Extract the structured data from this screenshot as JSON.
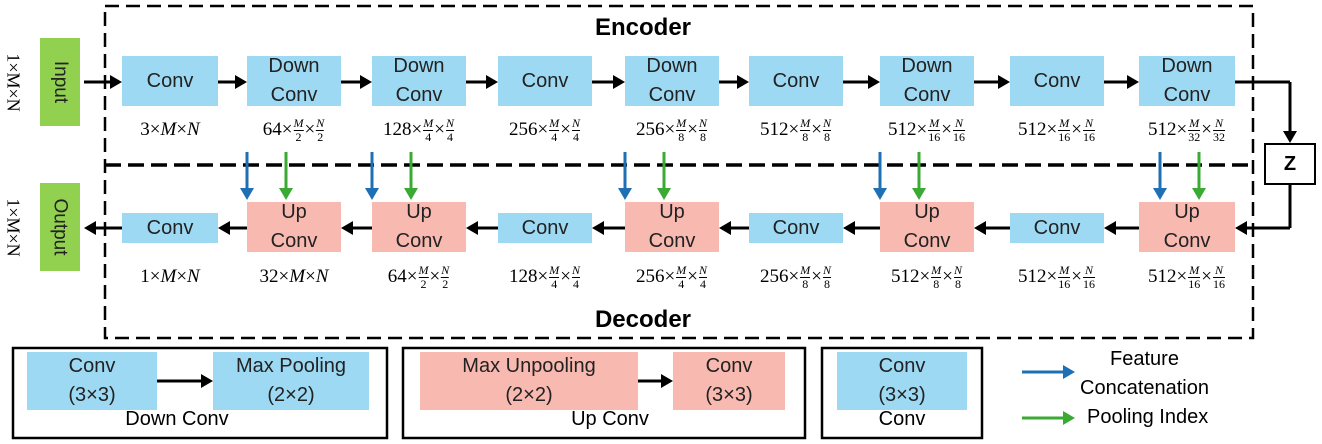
{
  "titles": {
    "encoder": "Encoder",
    "decoder": "Decoder"
  },
  "side": {
    "input_label": "Input",
    "output_label": "Output",
    "input_dim": "1×M×N",
    "output_dim": "1×M×N"
  },
  "latent_label": "Z",
  "colors": {
    "conv": "#9dd9f3",
    "up": "#f8b9b0",
    "io": "#92d050",
    "concat_arrow": "#1f6fb4",
    "index_arrow": "#3aaa35"
  },
  "encoder": [
    {
      "label": [
        "Conv"
      ],
      "dim": {
        "c": "3",
        "m": "M",
        "n": "N"
      }
    },
    {
      "label": [
        "Down",
        "Conv"
      ],
      "dim": {
        "c": "64",
        "m": "2",
        "n": "2"
      }
    },
    {
      "label": [
        "Down",
        "Conv"
      ],
      "dim": {
        "c": "128",
        "m": "4",
        "n": "4"
      }
    },
    {
      "label": [
        "Conv"
      ],
      "dim": {
        "c": "256",
        "m": "4",
        "n": "4"
      }
    },
    {
      "label": [
        "Down",
        "Conv"
      ],
      "dim": {
        "c": "256",
        "m": "8",
        "n": "8"
      }
    },
    {
      "label": [
        "Conv"
      ],
      "dim": {
        "c": "512",
        "m": "8",
        "n": "8"
      }
    },
    {
      "label": [
        "Down",
        "Conv"
      ],
      "dim": {
        "c": "512",
        "m": "16",
        "n": "16"
      }
    },
    {
      "label": [
        "Conv"
      ],
      "dim": {
        "c": "512",
        "m": "16",
        "n": "16"
      }
    },
    {
      "label": [
        "Down",
        "Conv"
      ],
      "dim": {
        "c": "512",
        "m": "32",
        "n": "32"
      }
    }
  ],
  "decoder": [
    {
      "label": [
        "Conv"
      ],
      "dim": {
        "c": "1",
        "m": "M",
        "n": "N"
      }
    },
    {
      "label": [
        "Up",
        "Conv"
      ],
      "dim": {
        "c": "32",
        "m": "M",
        "n": "N"
      }
    },
    {
      "label": [
        "Up",
        "Conv"
      ],
      "dim": {
        "c": "64",
        "m": "2",
        "n": "2"
      }
    },
    {
      "label": [
        "Conv"
      ],
      "dim": {
        "c": "128",
        "m": "4",
        "n": "4"
      }
    },
    {
      "label": [
        "Up",
        "Conv"
      ],
      "dim": {
        "c": "256",
        "m": "4",
        "n": "4"
      }
    },
    {
      "label": [
        "Conv"
      ],
      "dim": {
        "c": "256",
        "m": "8",
        "n": "8"
      }
    },
    {
      "label": [
        "Up",
        "Conv"
      ],
      "dim": {
        "c": "512",
        "m": "8",
        "n": "8"
      }
    },
    {
      "label": [
        "Conv"
      ],
      "dim": {
        "c": "512",
        "m": "16",
        "n": "16"
      }
    },
    {
      "label": [
        "Up",
        "Conv"
      ],
      "dim": {
        "c": "512",
        "m": "16",
        "n": "16"
      }
    }
  ],
  "legend": {
    "down_conv": {
      "block1": [
        "Conv",
        "(3×3)"
      ],
      "block2": [
        "Max Pooling",
        "(2×2)"
      ],
      "caption": "Down Conv"
    },
    "up_conv": {
      "block1": [
        "Max Unpooling",
        "(2×2)"
      ],
      "block2": [
        "Conv",
        "(3×3)"
      ],
      "caption": "Up Conv"
    },
    "conv": {
      "block1": [
        "Conv",
        "(3×3)"
      ],
      "caption": "Conv"
    },
    "arrows": {
      "concat": [
        "Feature",
        "Concatenation"
      ],
      "index": "Pooling Index"
    }
  }
}
